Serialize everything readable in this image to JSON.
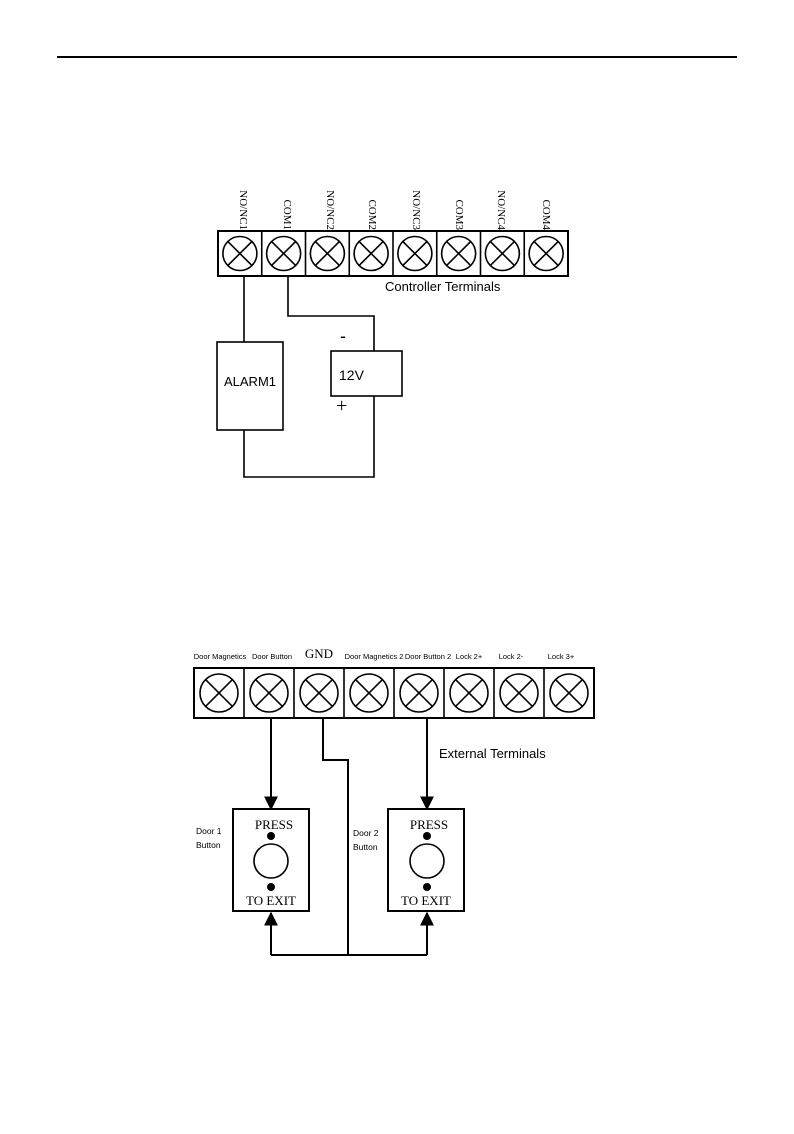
{
  "diagram1": {
    "terminal_labels": [
      "NO/NC1",
      "COM1",
      "NO/NC2",
      "COM2",
      "NO/NC3",
      "COM3",
      "NO/NC4",
      "COM4"
    ],
    "caption": "Controller Terminals",
    "alarm_label": "ALARM1",
    "power_label": "12V",
    "minus_sign": "-",
    "plus_sign": "+"
  },
  "diagram2": {
    "terminal_labels": [
      "Door Magnetics",
      "Door Button",
      "GND",
      "Door Magnetics 2",
      "Door Button 2",
      "Lock 2+",
      "Lock 2-",
      "Lock 3+"
    ],
    "caption": "External Terminals",
    "button1_side_line1": "Door 1",
    "button1_side_line2": "Button",
    "button2_side_line1": "Door 2",
    "button2_side_line2": "Button",
    "button_top_text": "PRESS",
    "button_bottom_text": "TO EXIT"
  },
  "colors": {
    "line": "#000000",
    "background": "#ffffff"
  }
}
